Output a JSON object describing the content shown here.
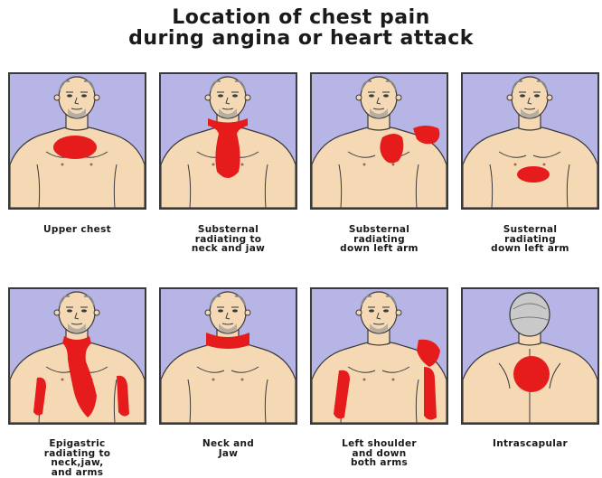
{
  "title": {
    "line1": "Location of chest pain",
    "line2": "during angina or heart attack"
  },
  "colors": {
    "panel_background": "#b7b4e6",
    "skin": "#f5d9b5",
    "pain": "#e61b1b",
    "outline": "#3a3a3a"
  },
  "panels": [
    {
      "caption": "Upper chest",
      "pain_region": "center-upper-chest"
    },
    {
      "caption": "Substernal\nradiating to\nneck and jaw",
      "pain_region": "sternum-neck-jaw"
    },
    {
      "caption": "Substernal\nradiating\ndown left arm",
      "pain_region": "sternum-left-shoulder"
    },
    {
      "caption": "Susternal\nradiating\ndown left arm",
      "pain_region": "lower-sternum"
    },
    {
      "caption": "Epigastric\nradiating to\nneck,jaw,\nand arms",
      "pain_region": "epigastric-neck-jaw-arms"
    },
    {
      "caption": "Neck and\nJaw",
      "pain_region": "neck-jaw"
    },
    {
      "caption": "Left shoulder\nand down\nboth arms",
      "pain_region": "left-shoulder-both-arms"
    },
    {
      "caption": "Intrascapular",
      "pain_region": "upper-back"
    }
  ]
}
